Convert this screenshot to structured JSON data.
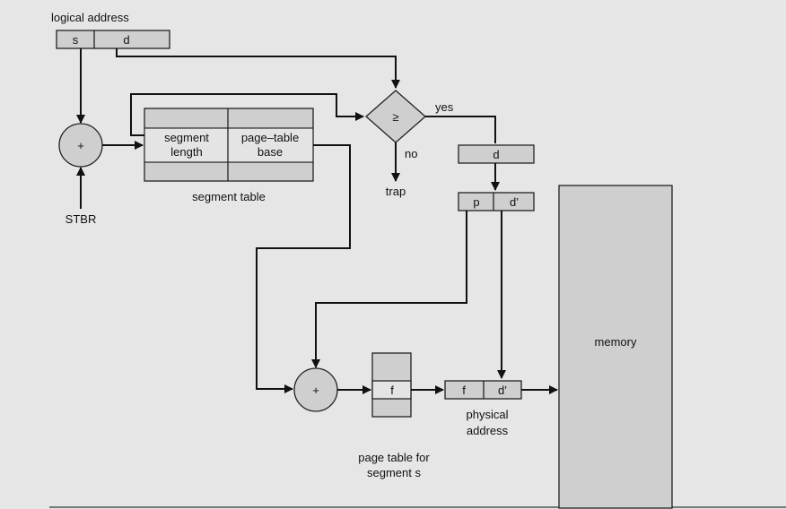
{
  "logical_address": {
    "title": "logical address",
    "s": "s",
    "d": "d"
  },
  "adder_sym": "+",
  "stbr": "STBR",
  "segment_table": {
    "col1_line1": "segment",
    "col1_line2": "length",
    "col2_line1": "page–table",
    "col2_line2": "base",
    "caption": "segment table"
  },
  "compare": {
    "sym": "≥",
    "yes": "yes",
    "no": "no",
    "trap": "trap"
  },
  "d_box": "d",
  "pd_box": {
    "p": "p",
    "dprime": "d’"
  },
  "page_table": {
    "f": "f",
    "caption_line1": "page table for",
    "caption_line2": "segment s"
  },
  "physical_address": {
    "f": "f",
    "dprime": "d’",
    "caption_line1": "physical",
    "caption_line2": "address"
  },
  "memory": "memory"
}
